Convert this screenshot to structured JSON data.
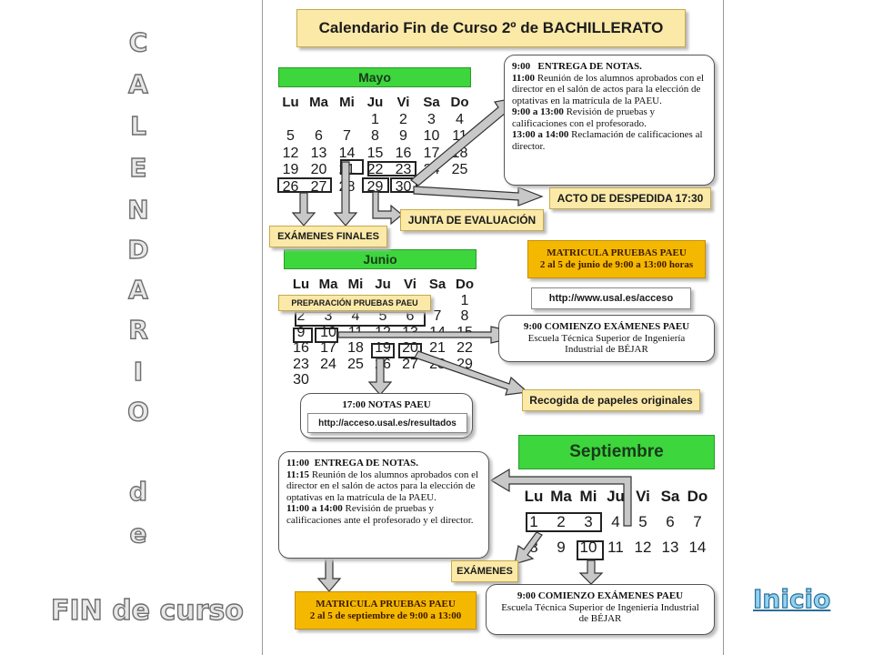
{
  "side_title": {
    "letters": [
      "C",
      "A",
      "L",
      "E",
      "N",
      "D",
      "A",
      "R",
      "I",
      "O",
      "d",
      "e"
    ],
    "bottom": "FIN de curso"
  },
  "inicio_link": "Inicio",
  "doc_title": "Calendario Fin de Curso 2º de BACHILLERATO",
  "mayo": {
    "label": "Mayo",
    "weekdays": [
      "Lu",
      "Ma",
      "Mi",
      "Ju",
      "Vi",
      "Sa",
      "Do"
    ],
    "rows": [
      [
        "",
        "",
        "",
        "1",
        "2",
        "3",
        "4"
      ],
      [
        "5",
        "6",
        "7",
        "8",
        "9",
        "10",
        "11"
      ],
      [
        "12",
        "13",
        "14",
        "15",
        "16",
        "17",
        "18"
      ],
      [
        "19",
        "20",
        "21",
        "22",
        "23",
        "24",
        "25"
      ],
      [
        "26",
        "27",
        "28",
        "29",
        "30",
        "",
        ""
      ]
    ]
  },
  "junio": {
    "label": "Junio",
    "weekdays": [
      "Lu",
      "Ma",
      "Mi",
      "Ju",
      "Vi",
      "Sa",
      "Do"
    ],
    "rows": [
      [
        "",
        "",
        "",
        "",
        "",
        "",
        "1"
      ],
      [
        "2",
        "3",
        "4",
        "5",
        "6",
        "7",
        "8"
      ],
      [
        "9",
        "10",
        "11",
        "12",
        "13",
        "14",
        "15"
      ],
      [
        "16",
        "17",
        "18",
        "19",
        "20",
        "21",
        "22"
      ],
      [
        "23",
        "24",
        "25",
        "26",
        "27",
        "28",
        "29"
      ],
      [
        "30",
        "",
        "",
        "",
        "",
        "",
        ""
      ]
    ]
  },
  "septiembre": {
    "label": "Septiembre",
    "weekdays": [
      "Lu",
      "Ma",
      "Mi",
      "Ju",
      "Vi",
      "Sa",
      "Do"
    ],
    "rows": [
      [
        "1",
        "2",
        "3",
        "4",
        "5",
        "6",
        "7"
      ],
      [
        "8",
        "9",
        "10",
        "11",
        "12",
        "13",
        "14"
      ]
    ]
  },
  "notes": {
    "mayo_notas": {
      "l1_time": "9:00",
      "l1_text": "ENTREGA DE NOTAS.",
      "l2_time": "11:00",
      "l2_text": "Reunión de los alumnos aprobados con el director en el salón de actos para la elección de optativas en la matrícula de la PAEU.",
      "l3_time": "9:00 a 13:00",
      "l3_text": "Revisión de pruebas y calificaciones con el profesorado.",
      "l4_time": "13:00 a 14:00",
      "l4_text": "Reclamación de calificaciones al director."
    },
    "junio_examenes": {
      "title": "9:00 COMIENZO EXÁMENES PAEU",
      "line2": "Escuela Técnica Superior de Ingeniería",
      "line3": "Industrial de BÉJAR"
    },
    "notas_paeu": {
      "title": "17:00  NOTAS PAEU",
      "url": "http://acceso.usal.es/resultados"
    },
    "sept_notas": {
      "l1_time": "11:00",
      "l1_text": "ENTREGA DE NOTAS.",
      "l2_time": "11:15",
      "l2_text": "Reunión de los alumnos aprobados con el director en el salón de actos para la elección de optativas en la matrícula de la PAEU.",
      "l3_time": "11:00 a 14:00",
      "l3_text": "Revisión de pruebas y calificaciones ante el profesorado y el director."
    },
    "sept_examenes": {
      "title": "9:00 COMIENZO EXÁMENES PAEU",
      "line2": "Escuela Técnica Superior de Ingeniería Industrial",
      "line3": "de BÉJAR"
    }
  },
  "tags": {
    "acto": "ACTO DE DESPEDIDA 17:30",
    "junta": "JUNTA DE EVALUACIÓN",
    "examenes_finales": "EXÁMENES FINALES",
    "preparacion": "PREPARACIÓN PRUEBAS  PAEU",
    "usal_acceso": "http://www.usal.es/acceso",
    "recogida": "Recogida de papeles originales",
    "examenes": "EXÁMENES"
  },
  "matricula_junio": {
    "line1": "MATRICULA PRUEBAS PAEU",
    "line2": "2 al 5 de junio de 9:00 a 13:00 horas"
  },
  "matricula_sept": {
    "line1": "MATRICULA PRUEBAS PAEU",
    "line2": "2 al 5 de septiembre de 9:00 a 13:00"
  },
  "colors": {
    "month_green": "#3dd63d",
    "tag_yellow": "#fbe9a8",
    "tag_gold": "#f5b800",
    "inicio_blue": "#8fd3f0"
  }
}
